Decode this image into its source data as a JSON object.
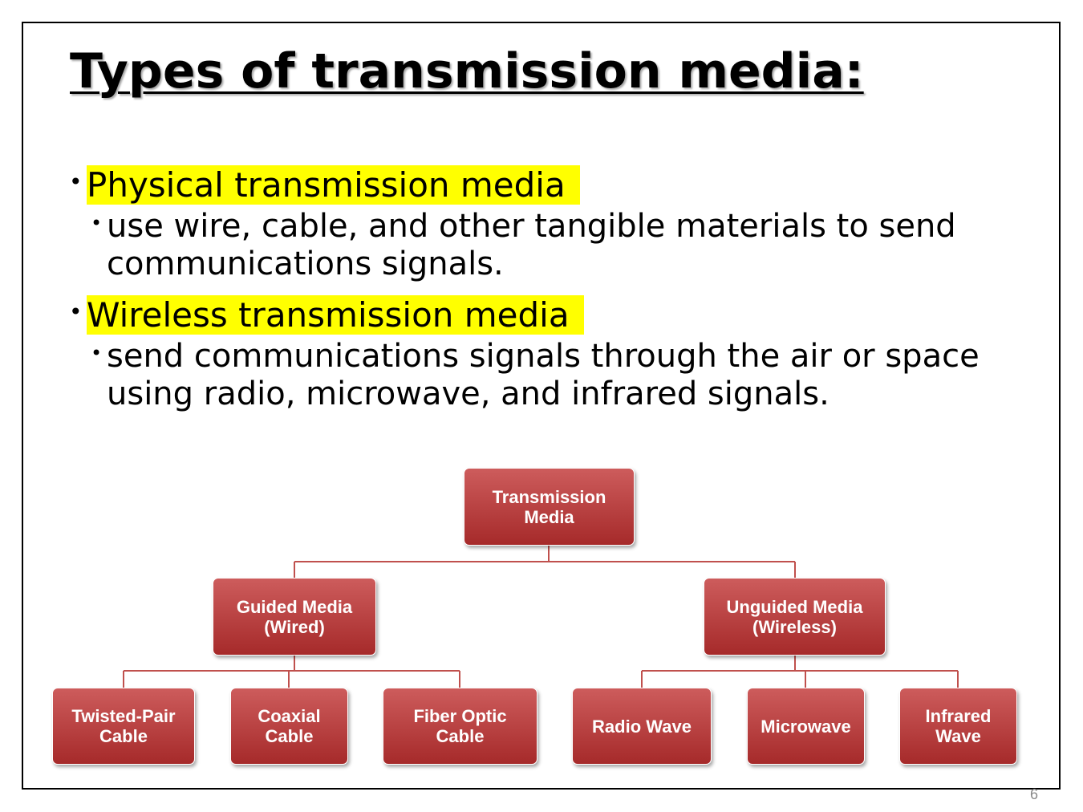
{
  "title": "Types of transmission media:",
  "bullets": [
    {
      "heading": "Physical transmission media",
      "sub": "use wire, cable, and other tangible materials to send communications signals."
    },
    {
      "heading": "Wireless transmission media",
      "sub": "send communications signals through the air or space using radio, microwave, and infrared signals."
    }
  ],
  "diagram": {
    "root": "Transmission\nMedia",
    "guided": {
      "label": "Guided Media\n(Wired)",
      "children": [
        "Twisted-Pair\nCable",
        "Coaxial\nCable",
        "Fiber Optic\nCable"
      ]
    },
    "unguided": {
      "label": "Unguided Media\n(Wireless)",
      "children": [
        "Radio Wave",
        "Microwave",
        "Infrared\nWave"
      ]
    }
  },
  "colors": {
    "node": "#b33a3a",
    "connector": "#c0504d",
    "highlight": "#ffff00"
  },
  "page_number": "6"
}
